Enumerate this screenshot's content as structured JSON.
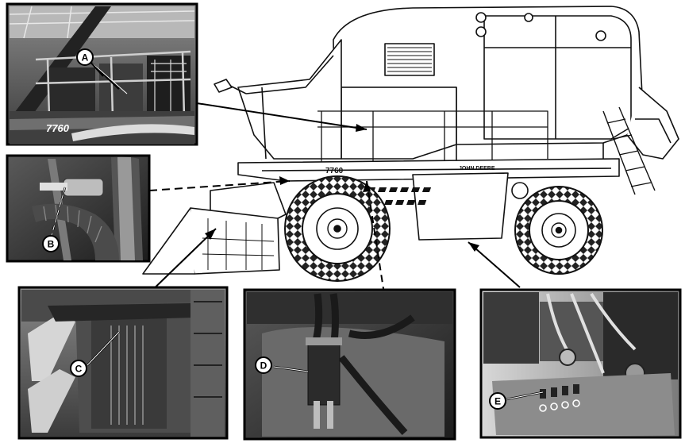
{
  "callouts": {
    "a": "A",
    "b": "B",
    "c": "C",
    "d": "D",
    "e": "E"
  },
  "machine": {
    "model_number": "7760",
    "model_number_photo": "7760",
    "brand_name": "JOHN DEERE"
  }
}
